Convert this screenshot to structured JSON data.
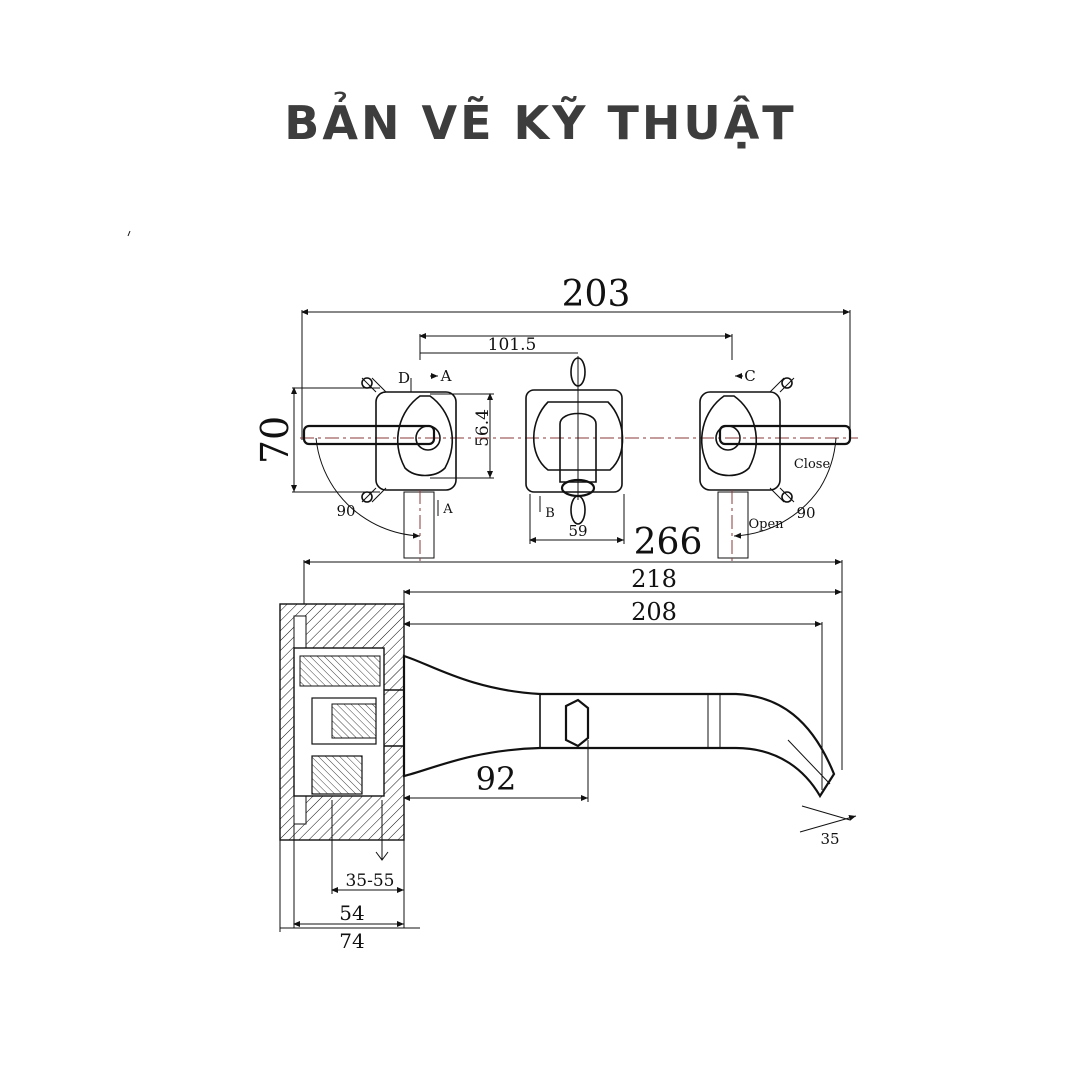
{
  "title": "BẢN VẼ KỸ THUẬT",
  "front_view": {
    "overall_width": "203",
    "handle_spacing": "101.5",
    "height": "70",
    "plate_height": "56.4",
    "spout_plate_width": "59",
    "rotation_left": "90",
    "rotation_right": "90",
    "label_close": "Close",
    "label_open": "Open",
    "section_a_top": "A",
    "section_a_bottom": "A",
    "section_b": "B",
    "section_c": "C",
    "section_d": "D"
  },
  "side_view": {
    "overall_length": "266",
    "spout_length_218": "218",
    "spout_length_208": "208",
    "body_length": "92",
    "outlet_angle": "35",
    "wall_depth_range": "35-55",
    "box_depth": "54",
    "total_depth": "74"
  },
  "colors": {
    "line": "#111111",
    "title": "#3d3d3d",
    "centerline": "#8a3a3a"
  }
}
